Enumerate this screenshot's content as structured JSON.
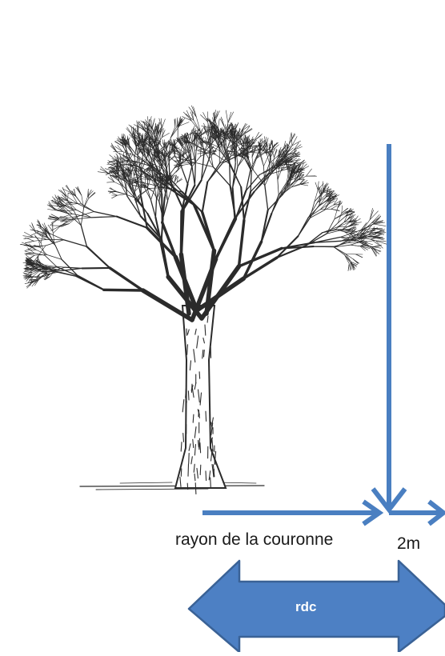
{
  "diagram": {
    "labels": {
      "crown_radius": "rayon de la couronne",
      "extra_distance": "2m",
      "root_zone": "rdc"
    },
    "colors": {
      "arrow_blue": "#4a7fc1",
      "double_arrow_fill": "#4d80c4",
      "double_arrow_stroke": "#3a6296",
      "tree_ink": "#2b2b2b",
      "label_text": "#1a1a1a",
      "rdc_text": "#ffffff"
    },
    "icons": {
      "tree": "bare-deciduous-tree-illustration",
      "arrow_down": "arrow-down-icon",
      "arrow_right": "arrow-right-icon",
      "double_arrow": "double-headed-arrow-icon"
    }
  }
}
